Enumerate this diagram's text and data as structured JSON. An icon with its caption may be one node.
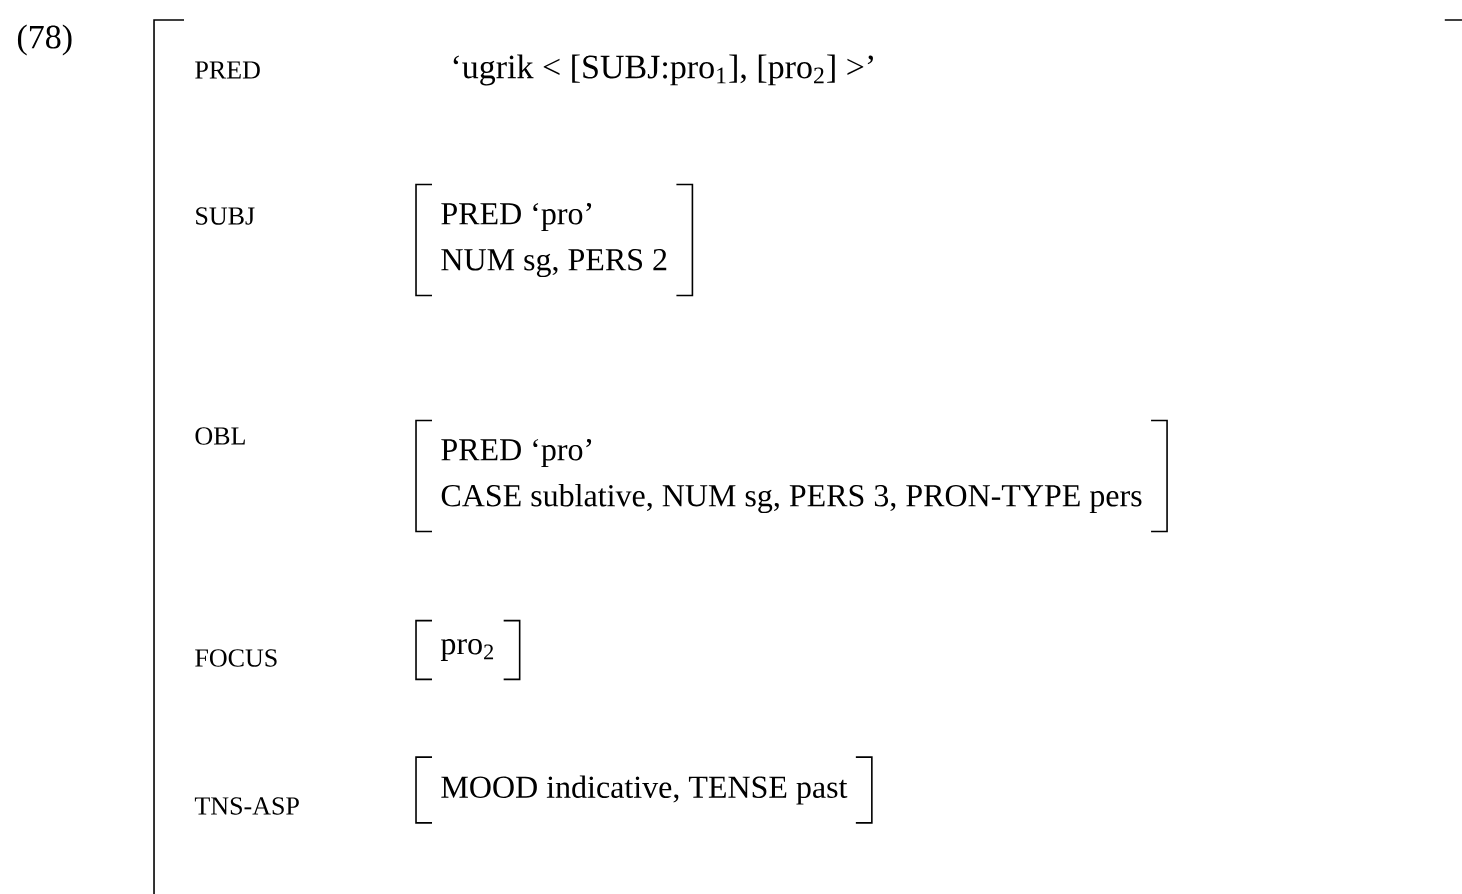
{
  "diagram": {
    "nodes": [
      {
        "text": [],
        "shape": "bracket"
      },
      {
        "text": [
          "PRED ‘pro’",
          "NUM sg, PERS 2"
        ],
        "in": 0
      },
      {
        "text": [
          "PRED ‘pro’",
          "CASE sublative, NUM sg, PERS 3, PRON-TYPE pers"
        ],
        "in": 0
      },
      {
        "text": [
          "pro$_{2}$"
        ],
        "in": 0
      },
      {
        "text": [
          "MOOD indicative, TENSE past"
        ],
        "in": 0
      }
    ],
    "edges": [],
    "labels": [
      "(78)",
      "PRED",
      "‘ugrik < [SUBJ:pro$_{1}$], [pro$_{2}$] >’",
      "SUBJ",
      "OBL",
      "FOCUS",
      "TNS-ASP"
    ]
  }
}
